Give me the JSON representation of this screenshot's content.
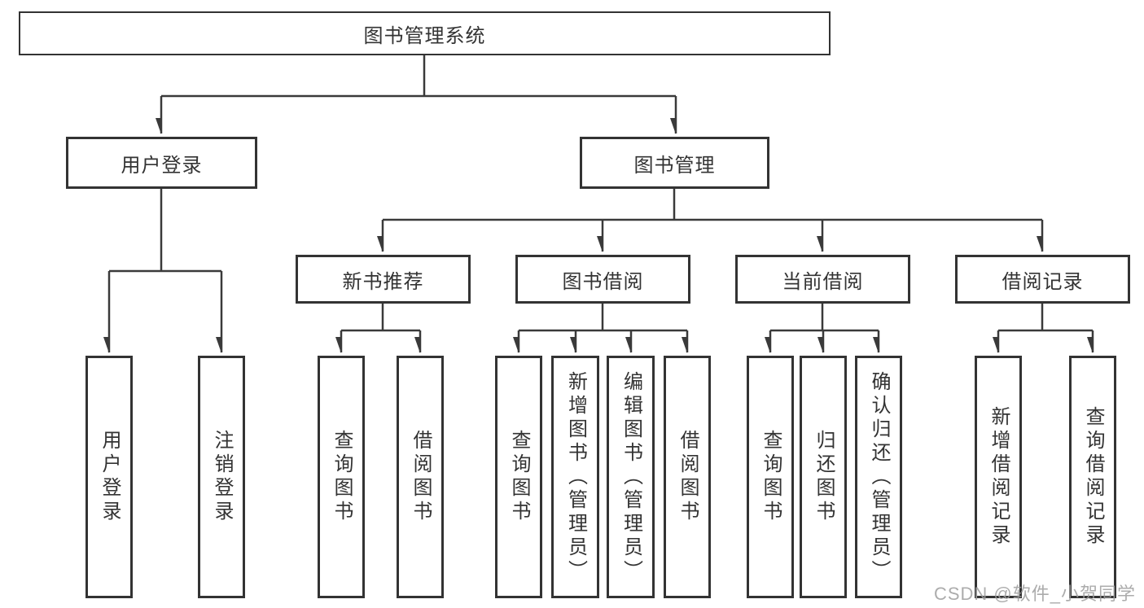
{
  "diagram": {
    "type": "tree-structure-chart",
    "language": "zh-CN",
    "colors": {
      "background": "#ffffff",
      "line": "#3a3a3a",
      "box_border": "#333333",
      "text": "#333333",
      "watermark": "#9e9e9e"
    }
  },
  "nodes": {
    "root": "图书管理系统",
    "user_login": "用户登录",
    "book_mgmt": "图书管理",
    "new_book_rec": "新书推荐",
    "book_borrow": "图书借阅",
    "current_borrow": "当前借阅",
    "borrow_record": "借阅记录",
    "leaf_user_login": "用户登录",
    "leaf_logout": "注销登录",
    "leaf_rec_query": "查询图书",
    "leaf_rec_borrow": "借阅图书",
    "leaf_bb_query": "查询图书",
    "leaf_bb_add": "新增图书（管理员）",
    "leaf_bb_edit": "编辑图书（管理员）",
    "leaf_bb_borrow": "借阅图书",
    "leaf_cb_query": "查询图书",
    "leaf_cb_return": "归还图书",
    "leaf_cb_confirm": "确认归还（管理员）",
    "leaf_br_add": "新增借阅记录",
    "leaf_br_query": "查询借阅记录"
  },
  "hierarchy": {
    "图书管理系统": [
      "用户登录",
      "图书管理"
    ],
    "用户登录": [
      "用户登录",
      "注销登录"
    ],
    "图书管理": [
      "新书推荐",
      "图书借阅",
      "当前借阅",
      "借阅记录"
    ],
    "新书推荐": [
      "查询图书",
      "借阅图书"
    ],
    "图书借阅": [
      "查询图书",
      "新增图书（管理员）",
      "编辑图书（管理员）",
      "借阅图书"
    ],
    "当前借阅": [
      "查询图书",
      "归还图书",
      "确认归还（管理员）"
    ],
    "借阅记录": [
      "新增借阅记录",
      "查询借阅记录"
    ]
  },
  "watermark": "CSDN @软件_小贺同学"
}
